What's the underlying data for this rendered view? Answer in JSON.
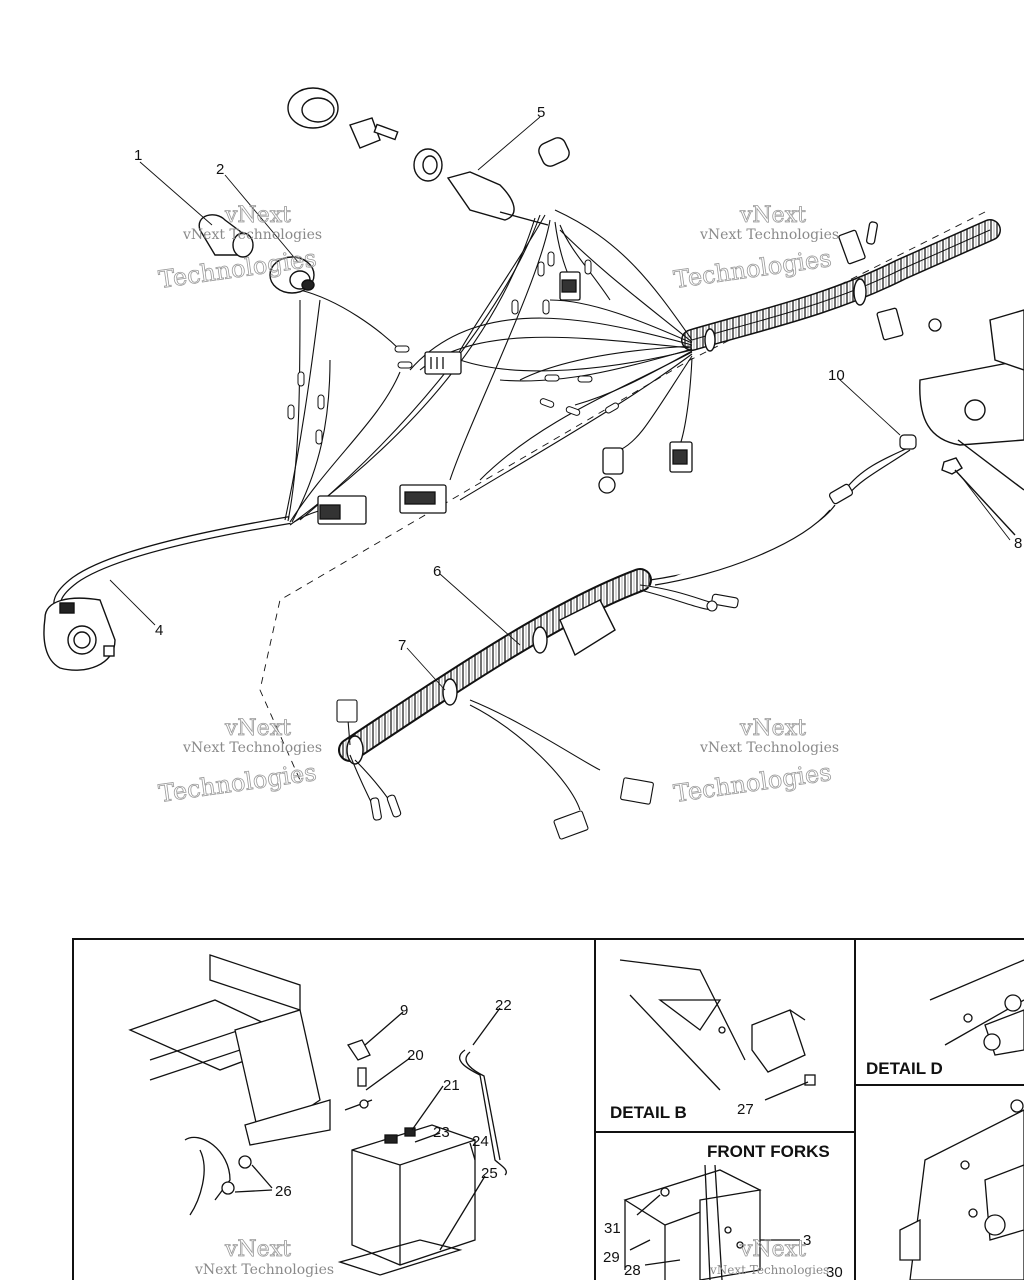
{
  "watermark": {
    "line1": "vNext",
    "line2": "vNext Technologies",
    "line3": "Technologies"
  },
  "panels": {
    "detail_b": "DETAIL B",
    "detail_d": "DETAIL D",
    "front_forks": "FRONT FORKS"
  },
  "callouts": {
    "c1": "1",
    "c2": "2",
    "c4": "4",
    "c5": "5",
    "c6": "6",
    "c7": "7",
    "c8": "8",
    "c9": "9",
    "c10": "10",
    "c20": "20",
    "c21": "21",
    "c22": "22",
    "c23": "23",
    "c24": "24",
    "c25": "25",
    "c26": "26",
    "c27": "27",
    "c28": "28",
    "c29": "29",
    "c30": "30",
    "c31": "31",
    "c3": "3"
  }
}
